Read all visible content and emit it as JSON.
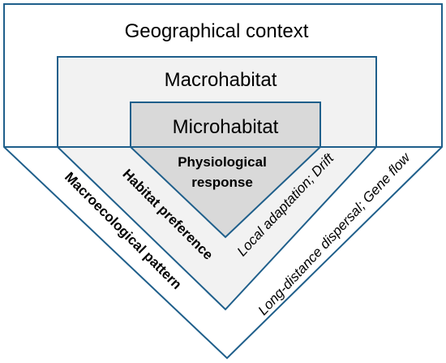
{
  "diagram": {
    "levels": [
      {
        "title": "Geographical context",
        "fill": "#ffffff"
      },
      {
        "title": "Macrohabitat",
        "fill": "#f2f2f2"
      },
      {
        "title": "Microhabitat",
        "fill": "#d9d9d9"
      }
    ],
    "left_labels": {
      "outer": "Macroecological pattern",
      "middle": "Habitat preference",
      "inner_line1": "Physiological",
      "inner_line2": "response"
    },
    "right_labels": {
      "outer": "Long-distance dispersal; Gene flow",
      "middle": "Local adaptation; Drift"
    },
    "colors": {
      "stroke": "#1f5f8b",
      "text": "#000000"
    }
  }
}
